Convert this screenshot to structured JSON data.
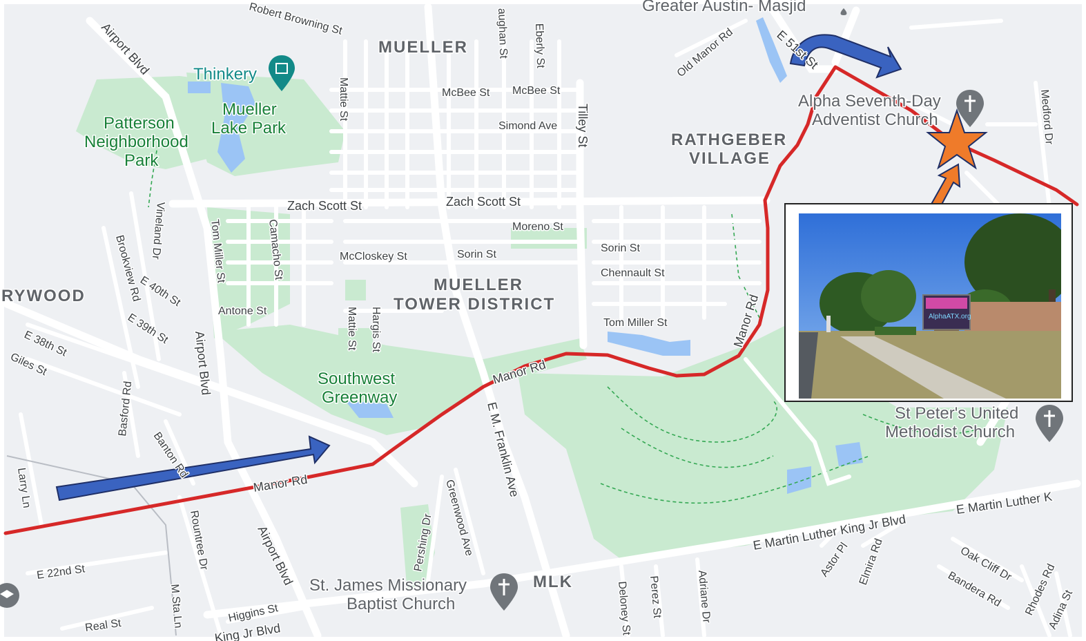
{
  "map": {
    "neighborhoods": [
      "MUELLER",
      "RATHGEBER",
      "VILLAGE",
      "MUELLER",
      "TOWER DISTRICT",
      "RYWOOD",
      "MLK"
    ],
    "parks": [
      "Mueller",
      "Lake Park",
      "Patterson",
      "Neighborhood",
      "Park",
      "Southwest",
      "Greenway"
    ],
    "pois": {
      "thinkery": "Thinkery",
      "masjid": "Greater Austin- Masjid",
      "alpha_church_line1": "Alpha Seventh-Day",
      "alpha_church_line2": "Adventist Church",
      "st_peters_line1": "St Peter's United",
      "st_peters_line2": "Methodist Church",
      "st_james_line1": "St. James Missionary",
      "st_james_line2": "Baptist Church"
    },
    "streets": {
      "airport_blvd": "Airport Blvd",
      "robert_browning": "Robert Browning St",
      "mattie": "Mattie St",
      "mcbee_1": "McBee St",
      "mcbee_2": "McBee St",
      "simond": "Simond Ave",
      "tilley": "Tilley St",
      "zach_scott_1": "Zach Scott St",
      "zach_scott_2": "Zach Scott St",
      "moreno": "Moreno St",
      "sorin_1": "Sorin St",
      "sorin_2": "Sorin St",
      "chennault": "Chennault St",
      "mccloskey": "McCloskey St",
      "tom_miller": "Tom Miller St",
      "tom_miller_v": "Tom Miller St",
      "camacho": "Camacho St",
      "antone": "Antone St",
      "hargis": "Hargis St",
      "vineland": "Vineland Dr",
      "brookview": "Brookview Rd",
      "e40th": "E 40th St",
      "e39th": "E 39th St",
      "e38th": "E 38th St",
      "giles": "Giles St",
      "basford": "Basford Rd",
      "banton": "Banton Rd",
      "larry": "Larry Ln",
      "manor_1": "Manor Rd",
      "manor_2": "Manor Rd",
      "manor_3": "Manor Rd",
      "e51st": "E 51st St",
      "old_manor": "Old Manor Rd",
      "em_franklin": "E M. Franklin Ave",
      "greenwood": "Greenwood Ave",
      "pershing": "Pershing Dr",
      "rountree": "Rountree Dr",
      "e22nd": "E 22nd St",
      "m_sta": "M Sta Ln",
      "real": "Real St",
      "higgins": "Higgins St",
      "king_jr": "King Jr Blvd",
      "mlk_blvd_1": "E Martin Luther King Jr Blvd",
      "mlk_blvd_2": "E Martin Luther K",
      "astor": "Astor Pl",
      "elmira": "Elmira Rd",
      "oak_cliff": "Oak Cliff Dr",
      "bandera": "Bandera Rd",
      "rhodes": "Rhodes Rd",
      "adina": "Adina St",
      "medford": "Medford Dr",
      "deloney": "Deloney St",
      "perez": "Perez St",
      "adriane": "Adriane Dr",
      "ebberly": "Eberly St",
      "aughan": "aughan St"
    },
    "colors": {
      "route": "#d62828",
      "arrow_blue": "#3a63c0",
      "arrow_orange": "#ef7b2a",
      "star": "#ef7b2a",
      "park": "#c9ead0",
      "water": "#9bc4f5",
      "road": "#ffffff",
      "land": "#eef0f3"
    },
    "photo": {
      "sign_line1": "AlphaATX.org"
    }
  }
}
